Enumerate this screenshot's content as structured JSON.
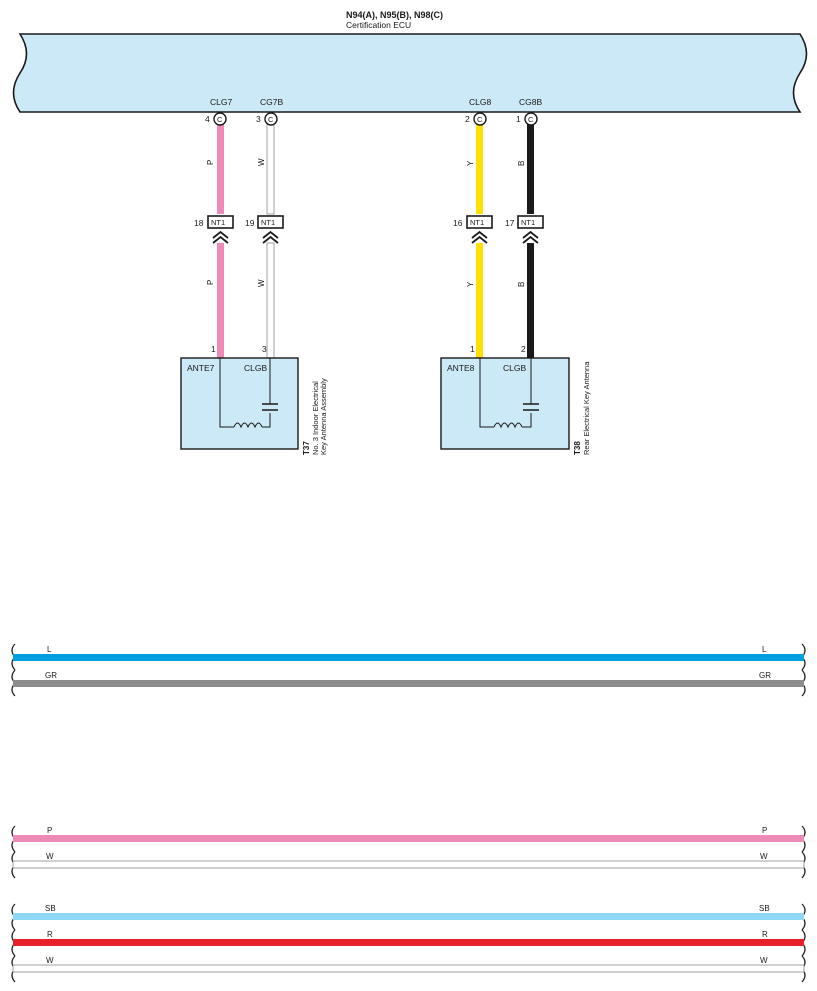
{
  "ecu": {
    "part_codes": "N94(A), N95(B), N98(C)",
    "name": "Certification ECU",
    "pins": [
      {
        "terminal": "CLG7",
        "pin": "4",
        "connector": "C"
      },
      {
        "terminal": "CG7B",
        "pin": "3",
        "connector": "C"
      },
      {
        "terminal": "CLG8",
        "pin": "2",
        "connector": "C"
      },
      {
        "terminal": "CG8B",
        "pin": "1",
        "connector": "C"
      }
    ]
  },
  "wires": [
    {
      "color_code": "P",
      "color": "#ee8ab8",
      "nt_pin": "18",
      "nt_label": "NT1",
      "component_pin": "1"
    },
    {
      "color_code": "W",
      "color": "#ffffff",
      "nt_pin": "19",
      "nt_label": "NT1",
      "component_pin": "3"
    },
    {
      "color_code": "Y",
      "color": "#ffe000",
      "nt_pin": "16",
      "nt_label": "NT1",
      "component_pin": "1"
    },
    {
      "color_code": "B",
      "color": "#1a1a1a",
      "nt_pin": "17",
      "nt_label": "NT1",
      "component_pin": "2"
    }
  ],
  "components": [
    {
      "id": "T37",
      "name_line1": "No. 3 Indoor Electrical",
      "name_line2": "Key Antenna Assembly",
      "term_left": "ANTE7",
      "term_right": "CLGB"
    },
    {
      "id": "T38",
      "name_line1": "Rear Electrical Key Antenna",
      "name_line2": "",
      "term_left": "ANTE8",
      "term_right": "CLGB"
    }
  ],
  "buses": [
    {
      "label": "L",
      "color": "#00a0e0"
    },
    {
      "label": "GR",
      "color": "#8c8c8c"
    },
    {
      "label": "P",
      "color": "#ee8ab8"
    },
    {
      "label": "W",
      "color": "#ffffff"
    },
    {
      "label": "SB",
      "color": "#8fd7f5"
    },
    {
      "label": "R",
      "color": "#e8202a"
    },
    {
      "label": "W",
      "color": "#ffffff"
    }
  ],
  "colors": {
    "ecu_fill": "#cce9f7",
    "component_fill": "#cce9f7",
    "outline": "#1a1a1a"
  }
}
